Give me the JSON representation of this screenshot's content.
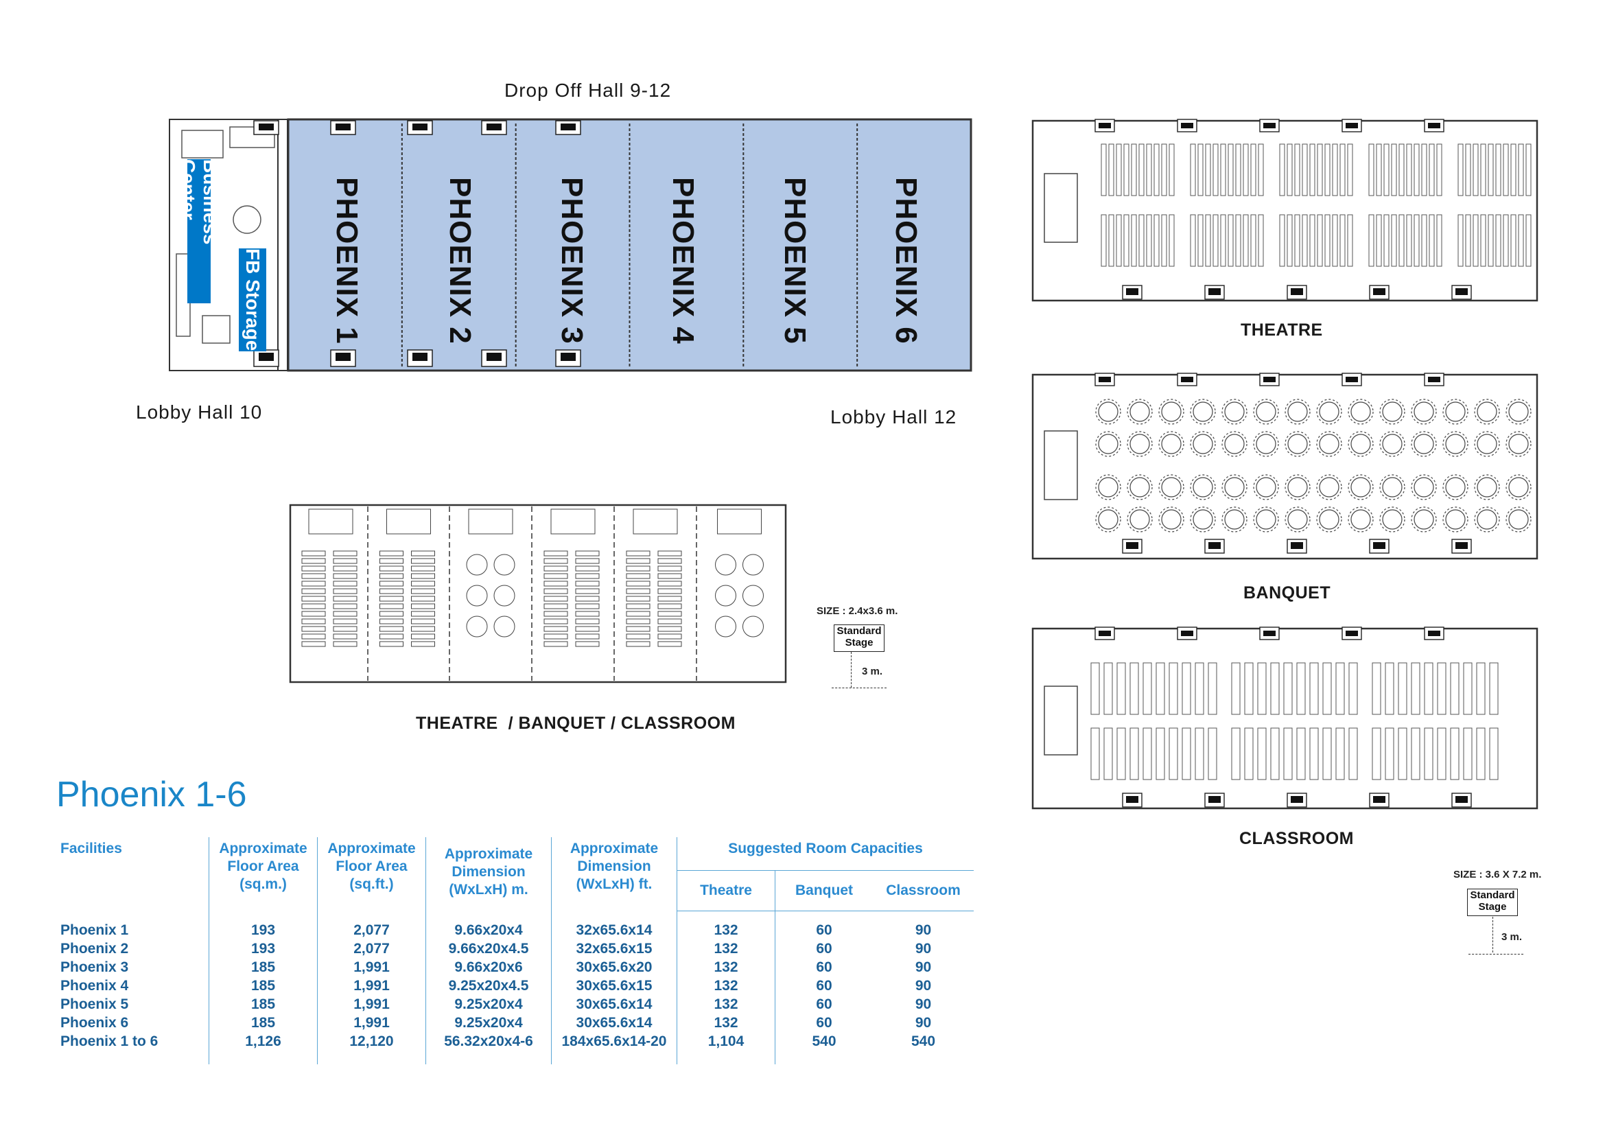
{
  "main_plan": {
    "top_label": "Drop Off Hall 9-12",
    "lobby_left": "Lobby Hall 10",
    "lobby_right": "Lobby Hall 12",
    "business_center": "Business Center",
    "fb_storage": "FB Storage",
    "rooms": [
      "PHOENIX 1",
      "PHOENIX 2",
      "PHOENIX 3",
      "PHOENIX 4",
      "PHOENIX 5",
      "PHOENIX 6"
    ],
    "room_fill": "#b3c8e6"
  },
  "layouts": {
    "combined_caption": "THEATRE  / BANQUET / CLASSROOM",
    "theatre_caption": "THEATRE",
    "banquet_caption": "BANQUET",
    "classroom_caption": "CLASSROOM"
  },
  "stage_small": {
    "size": "SIZE : 2.4x3.6 m.",
    "label_line1": "Standard",
    "label_line2": "Stage",
    "depth": "3 m."
  },
  "stage_large": {
    "size": "SIZE : 3.6 X 7.2 m.",
    "label_line1": "Standard",
    "label_line2": "Stage",
    "depth": "3 m."
  },
  "title": "Phoenix 1-6",
  "table": {
    "headers": {
      "facilities": "Facilities",
      "floor_sqm": [
        "Approximate",
        "Floor Area",
        "(sq.m.)"
      ],
      "floor_sqft": [
        "Approximate",
        "Floor Area",
        "(sq.ft.)"
      ],
      "dim_m": [
        "Approximate",
        "Dimension",
        "(WxLxH) m."
      ],
      "dim_ft": [
        "Approximate",
        "Dimension",
        "(WxLxH) ft."
      ],
      "capacities": "Suggested Room Capacities",
      "theatre": "Theatre",
      "banquet": "Banquet",
      "classroom": "Classroom"
    },
    "rows": [
      {
        "name": "Phoenix 1",
        "sqm": "193",
        "sqft": "2,077",
        "dim_m": "9.66x20x4",
        "dim_ft": "32x65.6x14",
        "theatre": "132",
        "banquet": "60",
        "classroom": "90"
      },
      {
        "name": "Phoenix 2",
        "sqm": "193",
        "sqft": "2,077",
        "dim_m": "9.66x20x4.5",
        "dim_ft": "32x65.6x15",
        "theatre": "132",
        "banquet": "60",
        "classroom": "90"
      },
      {
        "name": "Phoenix 3",
        "sqm": "185",
        "sqft": "1,991",
        "dim_m": "9.66x20x6",
        "dim_ft": "30x65.6x20",
        "theatre": "132",
        "banquet": "60",
        "classroom": "90"
      },
      {
        "name": "Phoenix 4",
        "sqm": "185",
        "sqft": "1,991",
        "dim_m": "9.25x20x4.5",
        "dim_ft": "30x65.6x15",
        "theatre": "132",
        "banquet": "60",
        "classroom": "90"
      },
      {
        "name": "Phoenix 5",
        "sqm": "185",
        "sqft": "1,991",
        "dim_m": "9.25x20x4",
        "dim_ft": "30x65.6x14",
        "theatre": "132",
        "banquet": "60",
        "classroom": "90"
      },
      {
        "name": "Phoenix 6",
        "sqm": "185",
        "sqft": "1,991",
        "dim_m": "9.25x20x4",
        "dim_ft": "30x65.6x14",
        "theatre": "132",
        "banquet": "60",
        "classroom": "90"
      },
      {
        "name": "Phoenix 1 to 6",
        "sqm": "1,126",
        "sqft": "12,120",
        "dim_m": "56.32x20x4-6",
        "dim_ft": "184x65.6x14-20",
        "theatre": "1,104",
        "banquet": "540",
        "classroom": "540"
      }
    ]
  }
}
